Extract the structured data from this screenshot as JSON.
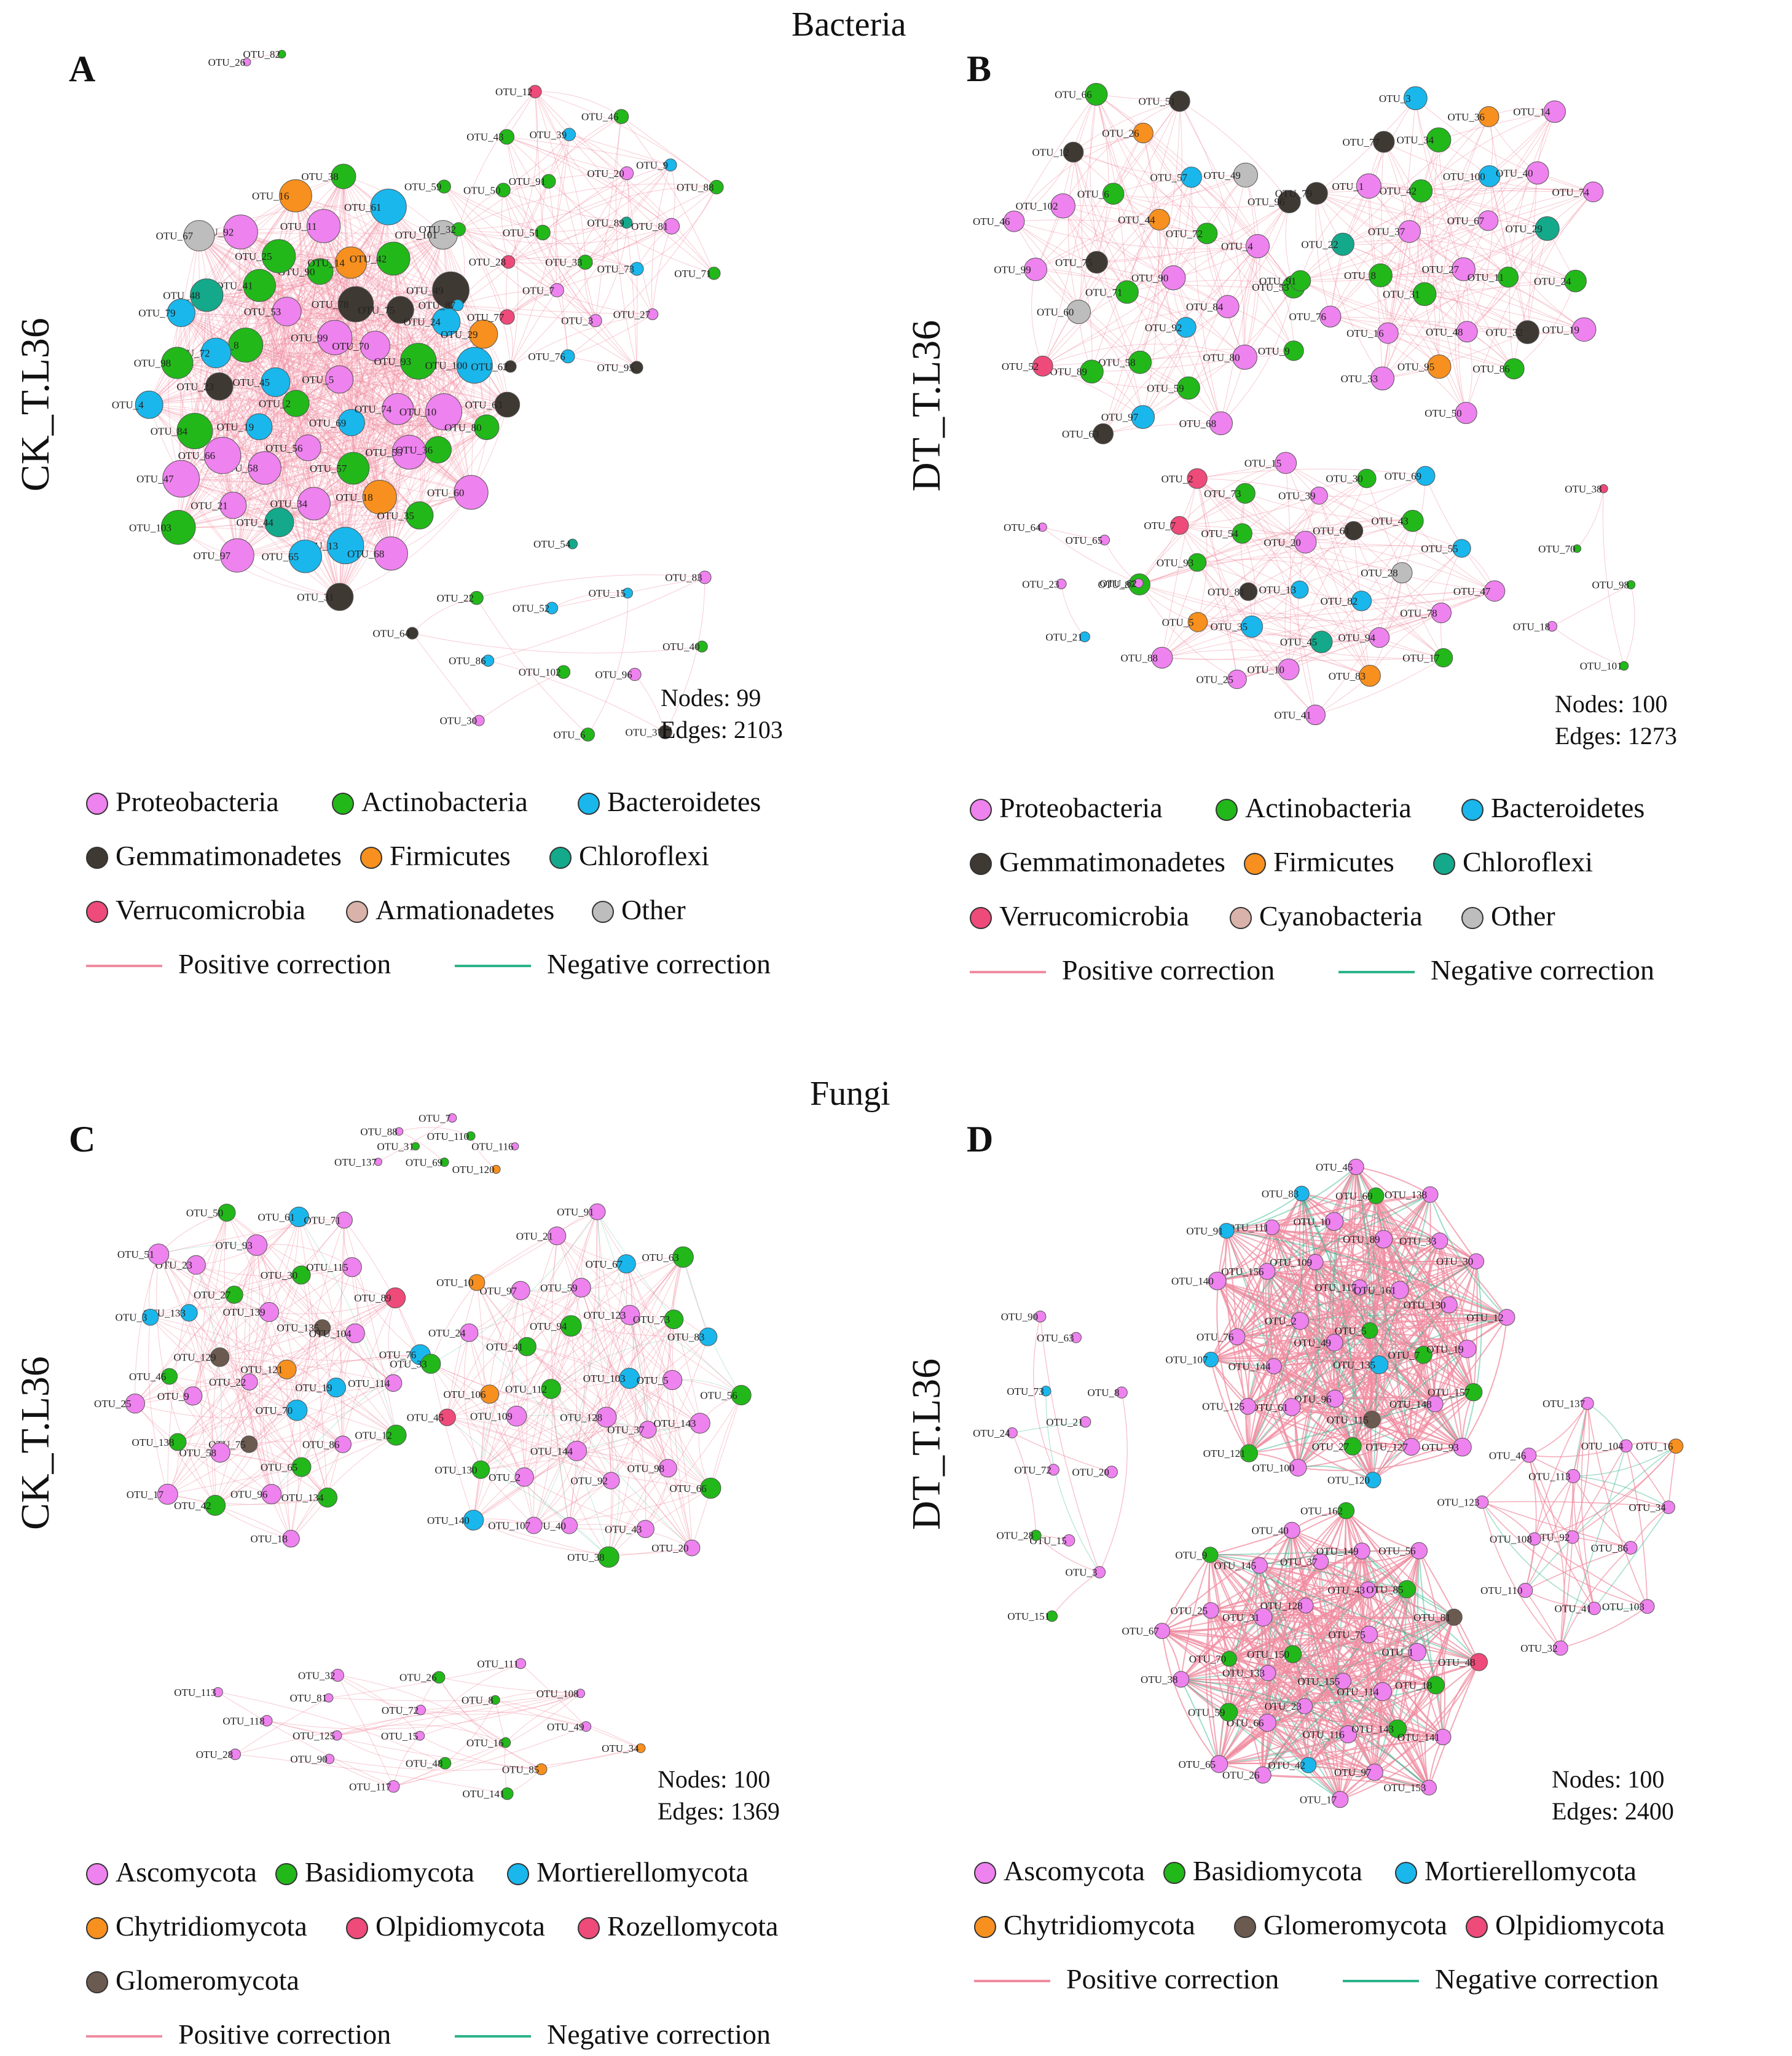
{
  "headings": {
    "bacteria": "Bacteria",
    "fungi": "Fungi"
  },
  "colors": {
    "positive": "#f08ca0",
    "negative": "#2bb38a",
    "phyla": {
      "Proteobacteria": "#ee82ee",
      "Actinobacteria": "#22b81a",
      "Bacteroidetes": "#19b7ec",
      "Gemmatimonadetes": "#3f3933",
      "Firmicutes": "#f7901e",
      "Chloroflexi": "#14a98b",
      "Verrucomicrobia": "#ee4a7a",
      "Armationadetes": "#d9b2aa",
      "Cyanobacteria": "#d9b2aa",
      "Other": "#bdbdbd",
      "Ascomycota": "#ee82ee",
      "Basidiomycota": "#22b81a",
      "Mortierellomycota": "#19b7ec",
      "Chytridiomycota": "#f7901e",
      "Olpidiomycota": "#ee4a7a",
      "Rozellomycota": "#ee4a7a",
      "Glomeromycota": "#6b5a4f"
    }
  },
  "panels": [
    {
      "key": "A",
      "letter": "A",
      "ylabel": "CK_T.L36",
      "nodes_text": "Nodes: 99",
      "edges_text": "Edges: 2103",
      "legend": [
        [
          "Proteobacteria",
          "Actinobacteria",
          "Bacteroidetes"
        ],
        [
          "Gemmatimonadetes",
          "Firmicutes",
          "Chloroflexi"
        ],
        [
          "Verrucomicrobia",
          "Armationadetes",
          "Other"
        ]
      ],
      "positive_label": "Positive correction",
      "negative_label": "Negative correction",
      "otus": [
        "OTU_5",
        "OTU_2",
        "OTU_99",
        "OTU_69",
        "OTU_45",
        "OTU_70",
        "OTU_56",
        "OTU_53",
        "OTU_74",
        "OTU_19",
        "OTU_78",
        "OTU_57",
        "OTU_8",
        "OTU_93",
        "OTU_58",
        "OTU_90",
        "OTU_55",
        "OTU_23",
        "OTU_75",
        "OTU_34",
        "OTU_41",
        "OTU_10",
        "OTU_66",
        "OTU_14",
        "OTU_18",
        "OTU_72",
        "OTU_24",
        "OTU_44",
        "OTU_25",
        "OTU_36",
        "OTU_84",
        "OTU_42",
        "OTU_13",
        "OTU_48",
        "OTU_100",
        "OTU_21",
        "OTU_11",
        "OTU_35",
        "OTU_98",
        "OTU_49",
        "OTU_65",
        "OTU_92",
        "OTU_80",
        "OTU_47",
        "OTU_61",
        "OTU_68",
        "OTU_79",
        "OTU_29",
        "OTU_97",
        "OTU_16",
        "OTU_60",
        "OTU_4",
        "OTU_101",
        "OTU_31",
        "OTU_67",
        "OTU_63",
        "OTU_103",
        "OTU_38",
        "OTU_33",
        "OTU_51",
        "OTU_89",
        "OTU_7",
        "OTU_91",
        "OTU_73",
        "OTU_28",
        "OTU_20",
        "OTU_3",
        "OTU_50",
        "OTU_81",
        "OTU_77",
        "OTU_39",
        "OTU_27",
        "OTU_32",
        "OTU_9",
        "OTU_76",
        "OTU_43",
        "OTU_71",
        "OTU_87",
        "OTU_46",
        "OTU_95",
        "OTU_59",
        "OTU_88",
        "OTU_62",
        "OTU_12",
        "OTU_102",
        "OTU_52",
        "OTU_96",
        "OTU_86",
        "OTU_15",
        "OTU_6",
        "OTU_22",
        "OTU_40",
        "OTU_30",
        "OTU_54",
        "OTU_37",
        "OTU_64",
        "OTU_83",
        "OTU_26",
        "OTU_82"
      ]
    },
    {
      "key": "B",
      "letter": "B",
      "ylabel": "DT_T.L36",
      "nodes_text": "Nodes: 100",
      "edges_text": "Edges: 1273",
      "legend": [
        [
          "Proteobacteria",
          "Actinobacteria",
          "Bacteroidetes"
        ],
        [
          "Gemmatimonadetes",
          "Firmicutes",
          "Chloroflexi"
        ],
        [
          "Verrucomicrobia",
          "Cyanobacteria",
          "Other"
        ]
      ],
      "positive_label": "Positive correction",
      "negative_label": "Negative correction",
      "otus": [
        "OTU_90",
        "OTU_71",
        "OTU_44",
        "OTU_92",
        "OTU_75",
        "OTU_72",
        "OTU_58",
        "OTU_6",
        "OTU_84",
        "OTU_60",
        "OTU_57",
        "OTU_59",
        "OTU_102",
        "OTU_4",
        "OTU_89",
        "OTU_26",
        "OTU_80",
        "OTU_99",
        "OTU_49",
        "OTU_97",
        "OTU_12",
        "OTU_53",
        "OTU_52",
        "OTU_51",
        "OTU_68",
        "OTU_46",
        "OTU_96",
        "OTU_63",
        "OTU_66",
        "OTU_9",
        "OTU_27",
        "OTU_37",
        "OTU_67",
        "OTU_31",
        "OTU_42",
        "OTU_11",
        "OTU_8",
        "OTU_100",
        "OTU_48",
        "OTU_1",
        "OTU_29",
        "OTU_16",
        "OTU_34",
        "OTU_32",
        "OTU_22",
        "OTU_40",
        "OTU_95",
        "OTU_77",
        "OTU_24",
        "OTU_76",
        "OTU_36",
        "OTU_86",
        "OTU_79",
        "OTU_74",
        "OTU_33",
        "OTU_3",
        "OTU_19",
        "OTU_91",
        "OTU_14",
        "OTU_50",
        "OTU_13",
        "OTU_20",
        "OTU_82",
        "OTU_81",
        "OTU_61",
        "OTU_45",
        "OTU_54",
        "OTU_28",
        "OTU_35",
        "OTU_39",
        "OTU_94",
        "OTU_93",
        "OTU_43",
        "OTU_10",
        "OTU_73",
        "OTU_78",
        "OTU_5",
        "OTU_30",
        "OTU_83",
        "OTU_7",
        "OTU_55",
        "OTU_25",
        "OTU_15",
        "OTU_17",
        "OTU_87",
        "OTU_69",
        "OTU_41",
        "OTU_2",
        "OTU_47",
        "OTU_88",
        "OTU_23",
        "OTU_65",
        "OTU_21",
        "OTU_64",
        "OTU_62",
        "OTU_70",
        "OTU_98",
        "OTU_18",
        "OTU_38",
        "OTU_101"
      ]
    },
    {
      "key": "C",
      "letter": "C",
      "ylabel": "CK_T.L36",
      "nodes_text": "Nodes: 100",
      "edges_text": "Edges: 1369",
      "legend": [
        [
          "Ascomycota",
          "Basidiomycota",
          "Mortierellomycota"
        ],
        [
          "Chytridiomycota",
          "Olpidiomycota",
          "Rozellomycota"
        ],
        [
          "Glomeromycota"
        ]
      ],
      "positive_label": "Positive correction",
      "negative_label": "Negative correction",
      "otus": [
        "OTU_121",
        "OTU_22",
        "OTU_139",
        "OTU_70",
        "OTU_129",
        "OTU_135",
        "OTU_75",
        "OTU_27",
        "OTU_19",
        "OTU_9",
        "OTU_30",
        "OTU_65",
        "OTU_133",
        "OTU_104",
        "OTU_58",
        "OTU_93",
        "OTU_86",
        "OTU_46",
        "OTU_115",
        "OTU_96",
        "OTU_23",
        "OTU_114",
        "OTU_138",
        "OTU_61",
        "OTU_134",
        "OTU_3",
        "OTU_89",
        "OTU_42",
        "OTU_50",
        "OTU_12",
        "OTU_25",
        "OTU_71",
        "OTU_18",
        "OTU_51",
        "OTU_76",
        "OTU_17",
        "OTU_128",
        "OTU_112",
        "OTU_103",
        "OTU_144",
        "OTU_94",
        "OTU_37",
        "OTU_109",
        "OTU_123",
        "OTU_92",
        "OTU_41",
        "OTU_5",
        "OTU_2",
        "OTU_59",
        "OTU_98",
        "OTU_106",
        "OTU_73",
        "OTU_40",
        "OTU_97",
        "OTU_143",
        "OTU_130",
        "OTU_67",
        "OTU_43",
        "OTU_24",
        "OTU_83",
        "OTU_107",
        "OTU_21",
        "OTU_66",
        "OTU_45",
        "OTU_63",
        "OTU_38",
        "OTU_10",
        "OTU_56",
        "OTU_140",
        "OTU_91",
        "OTU_20",
        "OTU_33",
        "OTU_15",
        "OTU_72",
        "OTU_16",
        "OTU_125",
        "OTU_8",
        "OTU_48",
        "OTU_81",
        "OTU_49",
        "OTU_90",
        "OTU_26",
        "OTU_85",
        "OTU_118",
        "OTU_108",
        "OTU_117",
        "OTU_32",
        "OTU_34",
        "OTU_28",
        "OTU_111",
        "OTU_141",
        "OTU_113",
        "OTU_31",
        "OTU_110",
        "OTU_69",
        "OTU_88",
        "OTU_116",
        "OTU_137",
        "OTU_7",
        "OTU_120"
      ]
    },
    {
      "key": "D",
      "letter": "D",
      "ylabel": "DT_T.L36",
      "nodes_text": "Nodes: 100",
      "edges_text": "Edges: 2400",
      "legend": [
        [
          "Ascomycota",
          "Basidiomycota",
          "Mortierellomycota"
        ],
        [
          "Chytridiomycota",
          "Glomeromycota",
          "Olpidiomycota"
        ]
      ],
      "positive_label": "Positive correction",
      "negative_label": "Negative correction",
      "otus": [
        "OTU_5",
        "OTU_49",
        "OTU_117",
        "OTU_135",
        "OTU_2",
        "OTU_161",
        "OTU_96",
        "OTU_109",
        "OTU_7",
        "OTU_144",
        "OTU_89",
        "OTU_115",
        "OTU_156",
        "OTU_130",
        "OTU_61",
        "OTU_10",
        "OTU_148",
        "OTU_76",
        "OTU_33",
        "OTU_27",
        "OTU_111",
        "OTU_19",
        "OTU_125",
        "OTU_69",
        "OTU_127",
        "OTU_140",
        "OTU_30",
        "OTU_100",
        "OTU_83",
        "OTU_157",
        "OTU_107",
        "OTU_138",
        "OTU_120",
        "OTU_91",
        "OTU_12",
        "OTU_121",
        "OTU_45",
        "OTU_93",
        "OTU_155",
        "OTU_150",
        "OTU_75",
        "OTU_23",
        "OTU_128",
        "OTU_114",
        "OTU_133",
        "OTU_43",
        "OTU_116",
        "OTU_31",
        "OTU_1",
        "OTU_66",
        "OTU_37",
        "OTU_143",
        "OTU_70",
        "OTU_85",
        "OTU_42",
        "OTU_145",
        "OTU_18",
        "OTU_59",
        "OTU_149",
        "OTU_97",
        "OTU_25",
        "OTU_81",
        "OTU_26",
        "OTU_40",
        "OTU_141",
        "OTU_38",
        "OTU_56",
        "OTU_17",
        "OTU_9",
        "OTU_48",
        "OTU_65",
        "OTU_162",
        "OTU_153",
        "OTU_67",
        "OTU_92",
        "OTU_113",
        "OTU_86",
        "OTU_108",
        "OTU_104",
        "OTU_41",
        "OTU_46",
        "OTU_34",
        "OTU_110",
        "OTU_137",
        "OTU_103",
        "OTU_123",
        "OTU_16",
        "OTU_32",
        "OTU_72",
        "OTU_21",
        "OTU_15",
        "OTU_73",
        "OTU_20",
        "OTU_28",
        "OTU_63",
        "OTU_3",
        "OTU_24",
        "OTU_8",
        "OTU_151",
        "OTU_90"
      ]
    }
  ]
}
